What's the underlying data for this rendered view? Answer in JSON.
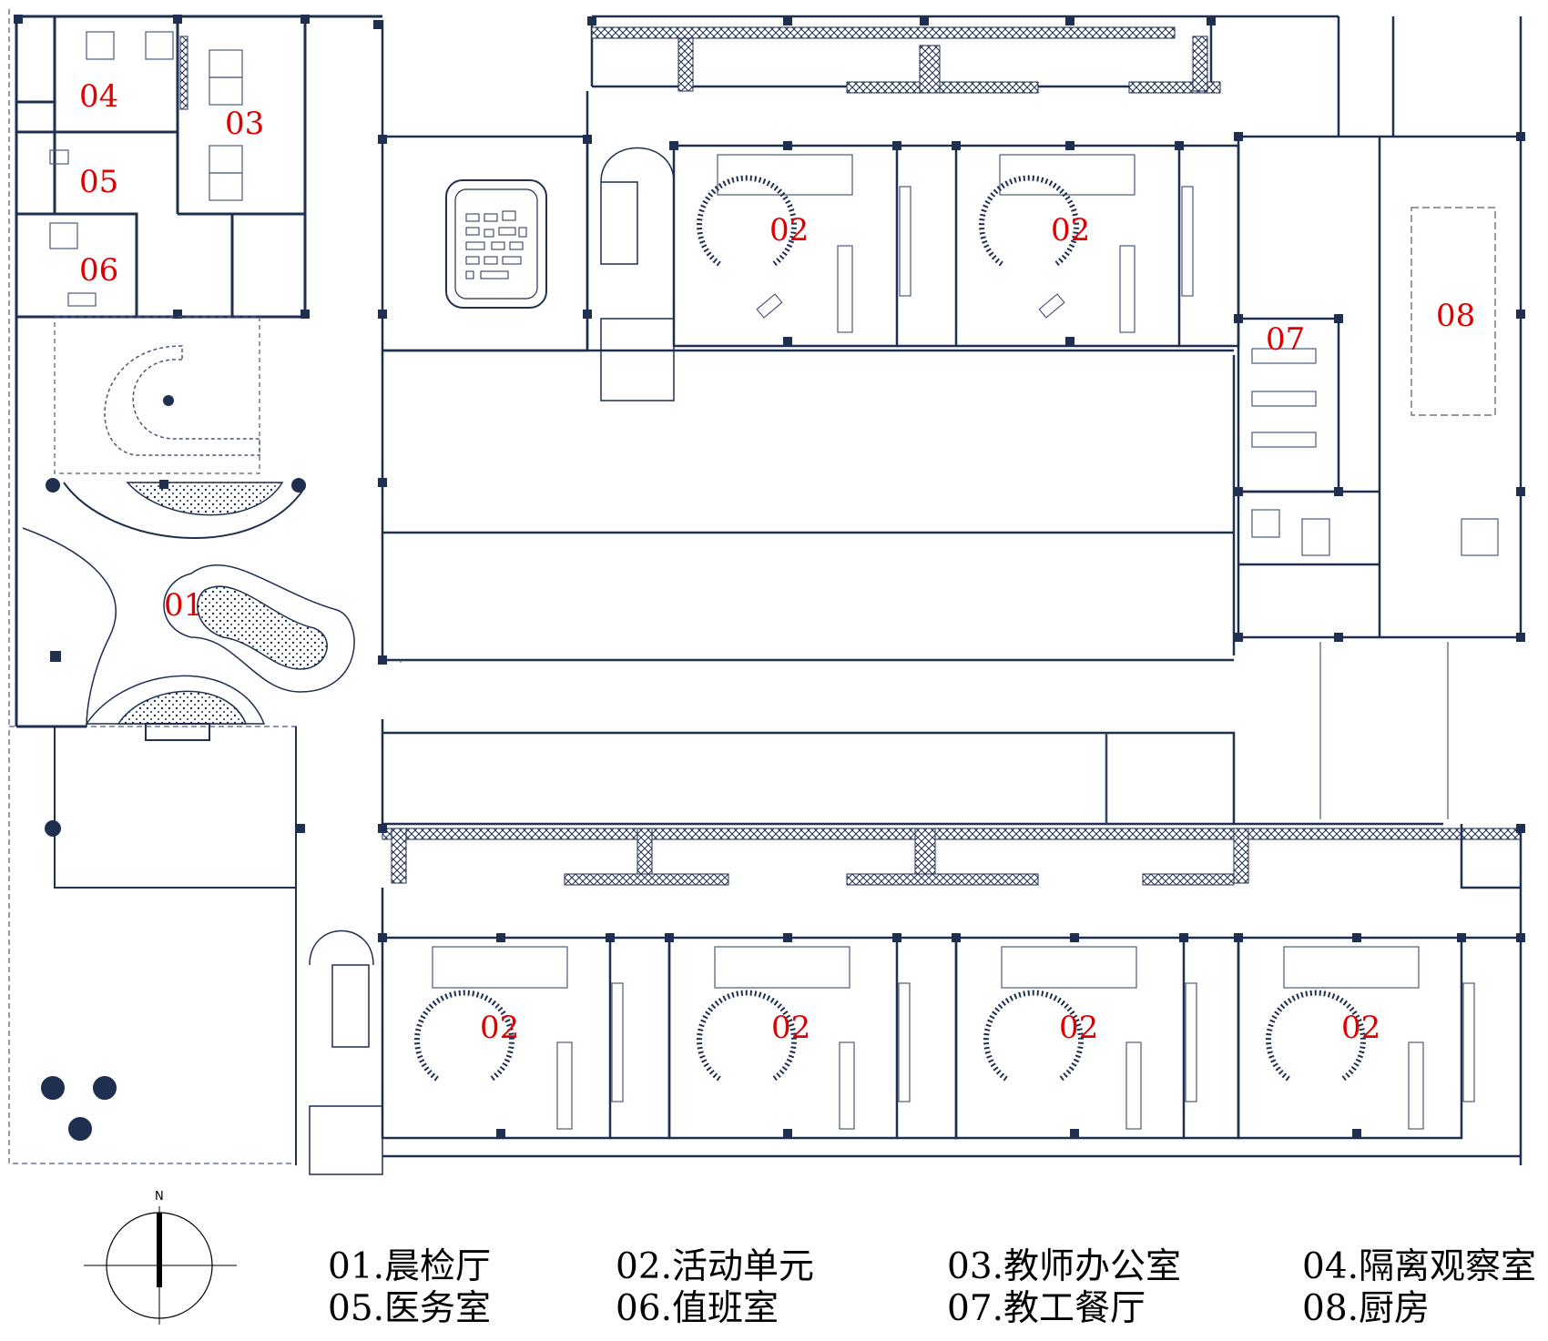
{
  "colors": {
    "wall": "#1e2f4f",
    "line": "#4a5a78",
    "label": "#e00000",
    "text": "#000000",
    "column": "#1e2f4f"
  },
  "compass": {
    "north_label": "N"
  },
  "room_labels": {
    "r01": "01",
    "r03": "03",
    "r04": "04",
    "r05": "05",
    "r06": "06",
    "r07": "07",
    "r08": "08",
    "r02a": "02",
    "r02b": "02",
    "r02c": "02",
    "r02d": "02",
    "r02e": "02",
    "r02f": "02"
  },
  "legend": [
    {
      "id": "01",
      "text": "01.晨检厅"
    },
    {
      "id": "02",
      "text": "02.活动单元"
    },
    {
      "id": "03",
      "text": "03.教师办公室"
    },
    {
      "id": "04",
      "text": "04.隔离观察室"
    },
    {
      "id": "05",
      "text": "05.医务室"
    },
    {
      "id": "06",
      "text": "06.值班室"
    },
    {
      "id": "07",
      "text": "07.教工餐厅"
    },
    {
      "id": "08",
      "text": "08.厨房"
    }
  ]
}
